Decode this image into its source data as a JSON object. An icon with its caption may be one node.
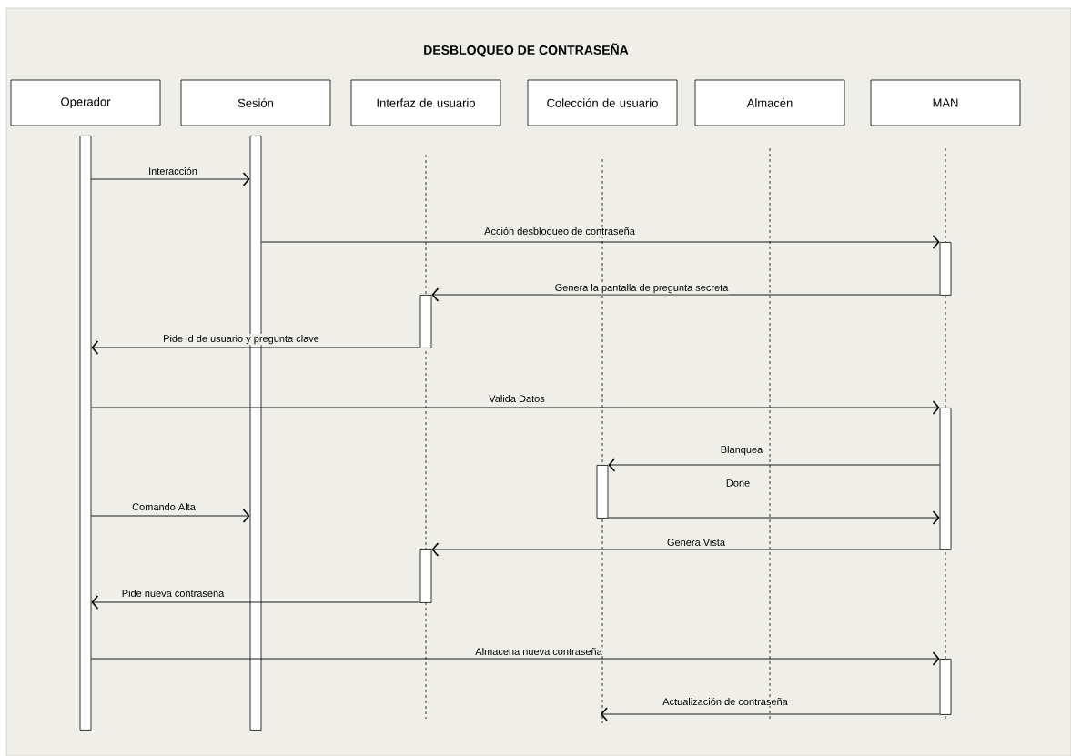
{
  "diagram": {
    "title": "DESBLOQUEO DE CONTRASEÑA",
    "nodes": [
      {
        "text": [
          "Operador"
        ]
      },
      {
        "text": [
          "Sesión"
        ]
      },
      {
        "text": [
          "Interfaz de usuario"
        ]
      },
      {
        "text": [
          "Colección de usuario"
        ]
      },
      {
        "text": [
          "Almacén"
        ]
      },
      {
        "text": [
          "MAN"
        ]
      },
      {
        "text": [],
        "shape": "bar"
      },
      {
        "text": [],
        "shape": "bar"
      },
      {
        "text": [],
        "shape": "bar"
      },
      {
        "text": [],
        "shape": "bar"
      },
      {
        "text": [],
        "shape": "bar"
      },
      {
        "text": [],
        "shape": "bar"
      },
      {
        "text": [],
        "shape": "bar"
      },
      {
        "text": [],
        "shape": "bar"
      }
    ],
    "edges": [
      {
        "from": 6,
        "to": 7,
        "arrow": "to",
        "label": "Interacción"
      },
      {
        "from": 7,
        "to": 11,
        "arrow": "to",
        "label": "Acción desbloqueo de contraseña"
      },
      {
        "from": 11,
        "to": 8,
        "arrow": "to",
        "label": "Genera la pantalla de pregunta secreta"
      },
      {
        "from": 8,
        "to": 6,
        "arrow": "to",
        "label": "Pide id de usuario y pregunta clave"
      },
      {
        "from": 6,
        "to": 12,
        "arrow": "to",
        "label": "Valida Datos"
      },
      {
        "from": 12,
        "to": 10,
        "arrow": "to",
        "label": "Blanquea"
      },
      {
        "from": 10,
        "to": 12,
        "arrow": "to",
        "label": "Done"
      },
      {
        "from": 6,
        "to": 7,
        "arrow": "to",
        "label": "Comando Alta"
      },
      {
        "from": 12,
        "to": 9,
        "arrow": "to",
        "label": "Genera Vista"
      },
      {
        "from": 9,
        "to": 6,
        "arrow": "to",
        "label": "Pide nueva contraseña"
      },
      {
        "from": 6,
        "to": 13,
        "arrow": "to",
        "label": "Almacena nueva contraseña"
      },
      {
        "from": 13,
        "to": null,
        "arrow": "to",
        "label": "Actualización de contraseña"
      }
    ]
  }
}
